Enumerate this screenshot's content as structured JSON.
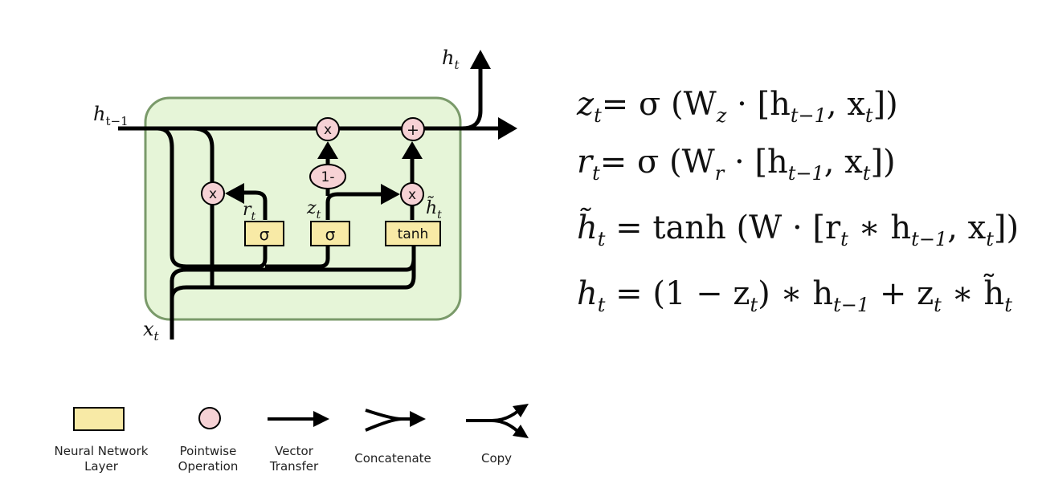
{
  "colors": {
    "cell_fill": "#e6f5d8",
    "cell_border": "#7a9a6a",
    "layer_fill": "#f8eaa6",
    "op_fill": "#f6d2d5",
    "line": "#000000"
  },
  "diagram": {
    "labels": {
      "h_prev": "h",
      "h_prev_sub": "t−1",
      "h_out": "h",
      "h_out_sub": "t",
      "x_in": "x",
      "x_in_sub": "t",
      "r": "r",
      "r_sub": "t",
      "z": "z",
      "z_sub": "t",
      "h_tilde": "h̃",
      "h_tilde_sub": "t"
    },
    "ops": {
      "mult_top": "x",
      "add_top": "+",
      "mult_reset": "x",
      "one_minus": "1-",
      "mult_candidate": "x"
    },
    "layers": {
      "sigma_r": "σ",
      "sigma_z": "σ",
      "tanh": "tanh"
    }
  },
  "equations": [
    {
      "lhs": "z",
      "lhs_sub": "t",
      "rhs": "= σ (W",
      "rhs_sub": "z",
      "rest": " · [h",
      "rest_sub": "t−1",
      "tail": ", x",
      "tail_sub": "t",
      "end": "])"
    },
    {
      "lhs": "r",
      "lhs_sub": "t",
      "rhs": "= σ (W",
      "rhs_sub": "r",
      "rest": " · [h",
      "rest_sub": "t−1",
      "tail": ", x",
      "tail_sub": "t",
      "end": "])"
    }
  ],
  "equation_text": {
    "eq3_lhs": "h̃",
    "eq3_lhs_sub": "t",
    "eq3_a": " = tanh (W · [r",
    "eq3_a_sub": "t",
    "eq3_b": " ∗ h",
    "eq3_b_sub": "t−1",
    "eq3_c": ", x",
    "eq3_c_sub": "t",
    "eq3_d": "])",
    "eq4_lhs": "h",
    "eq4_lhs_sub": "t",
    "eq4_a": " = (1 − z",
    "eq4_a_sub": "t",
    "eq4_b": ") ∗ h",
    "eq4_b_sub": "t−1",
    "eq4_c": " + z",
    "eq4_c_sub": "t",
    "eq4_d": " ∗ h̃",
    "eq4_d_sub": "t"
  },
  "legend": {
    "nn_layer": [
      "Neural Network",
      "Layer"
    ],
    "pointwise": [
      "Pointwise",
      "Operation"
    ],
    "vector": [
      "Vector",
      "Transfer"
    ],
    "concat": "Concatenate",
    "copy": "Copy"
  }
}
